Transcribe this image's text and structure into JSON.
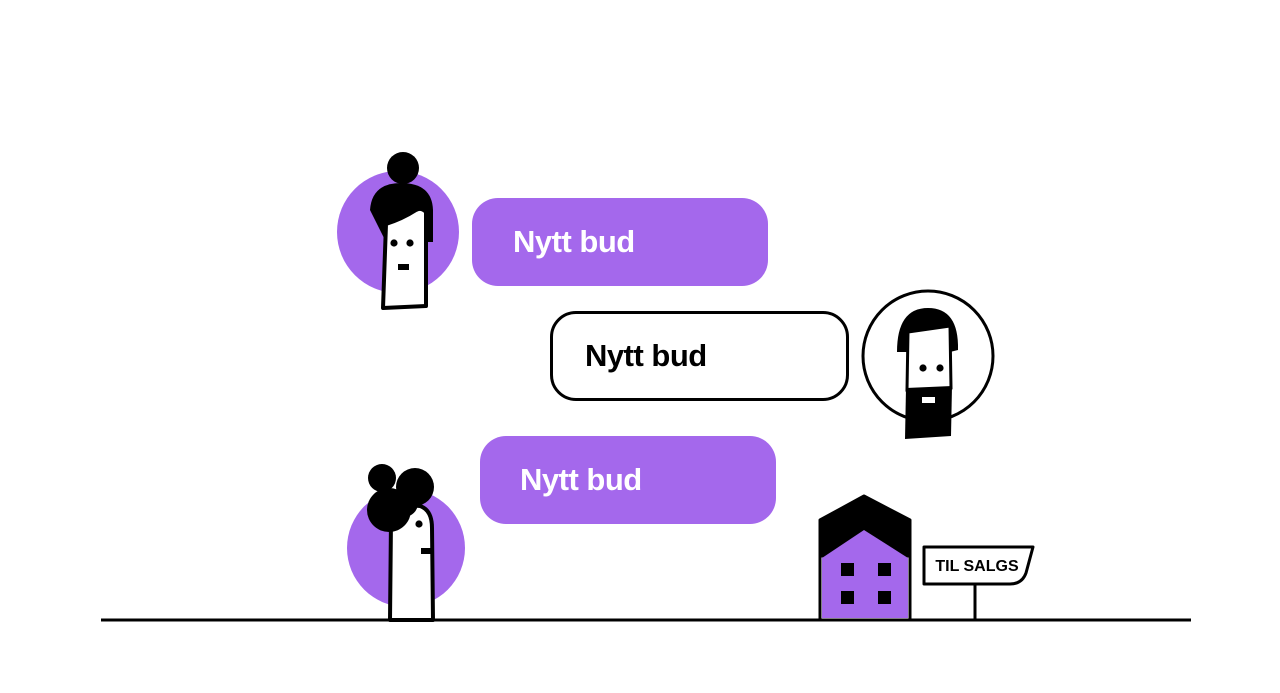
{
  "colors": {
    "accent": "#a468ec",
    "ink": "#000000",
    "background": "#ffffff"
  },
  "chat": {
    "messages": [
      {
        "text": "Nytt bud",
        "style": "filled"
      },
      {
        "text": "Nytt bud",
        "style": "outlined"
      },
      {
        "text": "Nytt bud",
        "style": "filled"
      }
    ]
  },
  "sign": {
    "label": "TIL SALGS"
  },
  "icons": {
    "bidder_one": "woman-with-bun-icon",
    "seller": "bearded-man-icon",
    "bidder_two": "curly-hair-person-icon",
    "house": "house-icon",
    "sign": "for-sale-sign-icon"
  }
}
